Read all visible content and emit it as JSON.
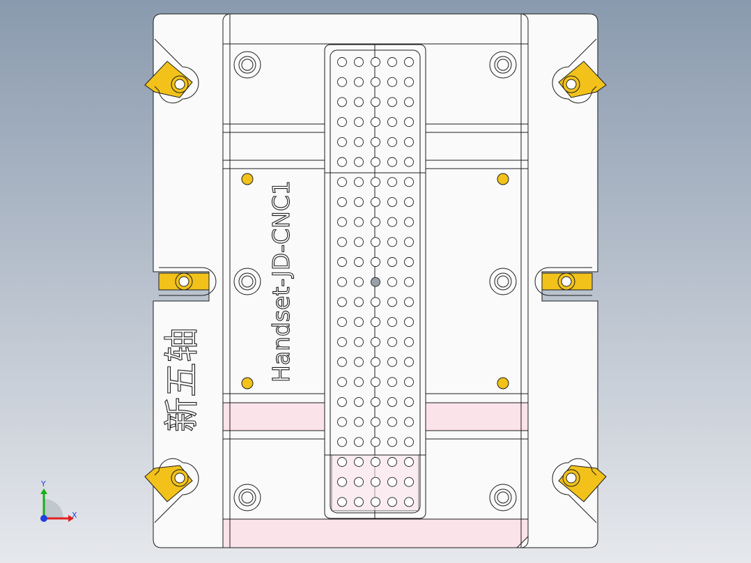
{
  "viewport": {
    "background_top": "#8a9aae",
    "background_bottom": "#e6e8ec",
    "part_fill": "#fafafa",
    "outline": "#1c1c1c",
    "pink_fill": "#fbe3ea",
    "gold_fill": "#f2c21b",
    "hole_fill": "#ffffff"
  },
  "part": {
    "engraving_vertical": "Handset-JD-CNC1",
    "engraving_chinese": "新五轴",
    "pin_grid": {
      "columns": 5,
      "rows": 23
    }
  },
  "triad": {
    "x_label": "X",
    "y_label": "Y",
    "x_color": "#e02020",
    "y_color": "#16b016",
    "z_color": "#2040e0"
  }
}
